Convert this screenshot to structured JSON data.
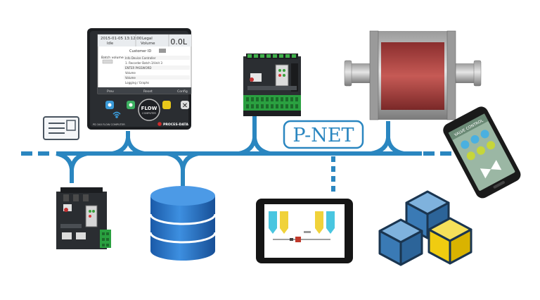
{
  "network": {
    "label": "P-NET",
    "bus_color": "#2a86c0"
  },
  "flow_computer": {
    "datetime": "2015-01-05 13:12:00",
    "legal_label": "Legal",
    "volume_label": "Volume",
    "volume_value": "0.0L",
    "small_field": "Idle",
    "section_title": "Customer ID",
    "left_label": "Batch volume",
    "rows": [
      "Info Device Controller",
      "1. Recorder Batch 3/Unit 3",
      "ENTER PASSWORD",
      "Volume",
      "Volume",
      "Logging / Graphs"
    ],
    "softkeys": [
      "Prev",
      "Reset",
      "Config"
    ],
    "logo_line1": "FLOW",
    "logo_line2": "COMPUTER",
    "model": "PD 340 FLOW COMPUTER",
    "brand": "PROCES-DATA"
  },
  "colors": {
    "pipe_body": "#b54545",
    "cube_blue": "#3a7ab5",
    "cube_yellow": "#f0cc10",
    "db_blue": "#1e6cc0",
    "terminal_green": "#2e9a3a"
  },
  "phone_title": "VALVE CONTROL"
}
